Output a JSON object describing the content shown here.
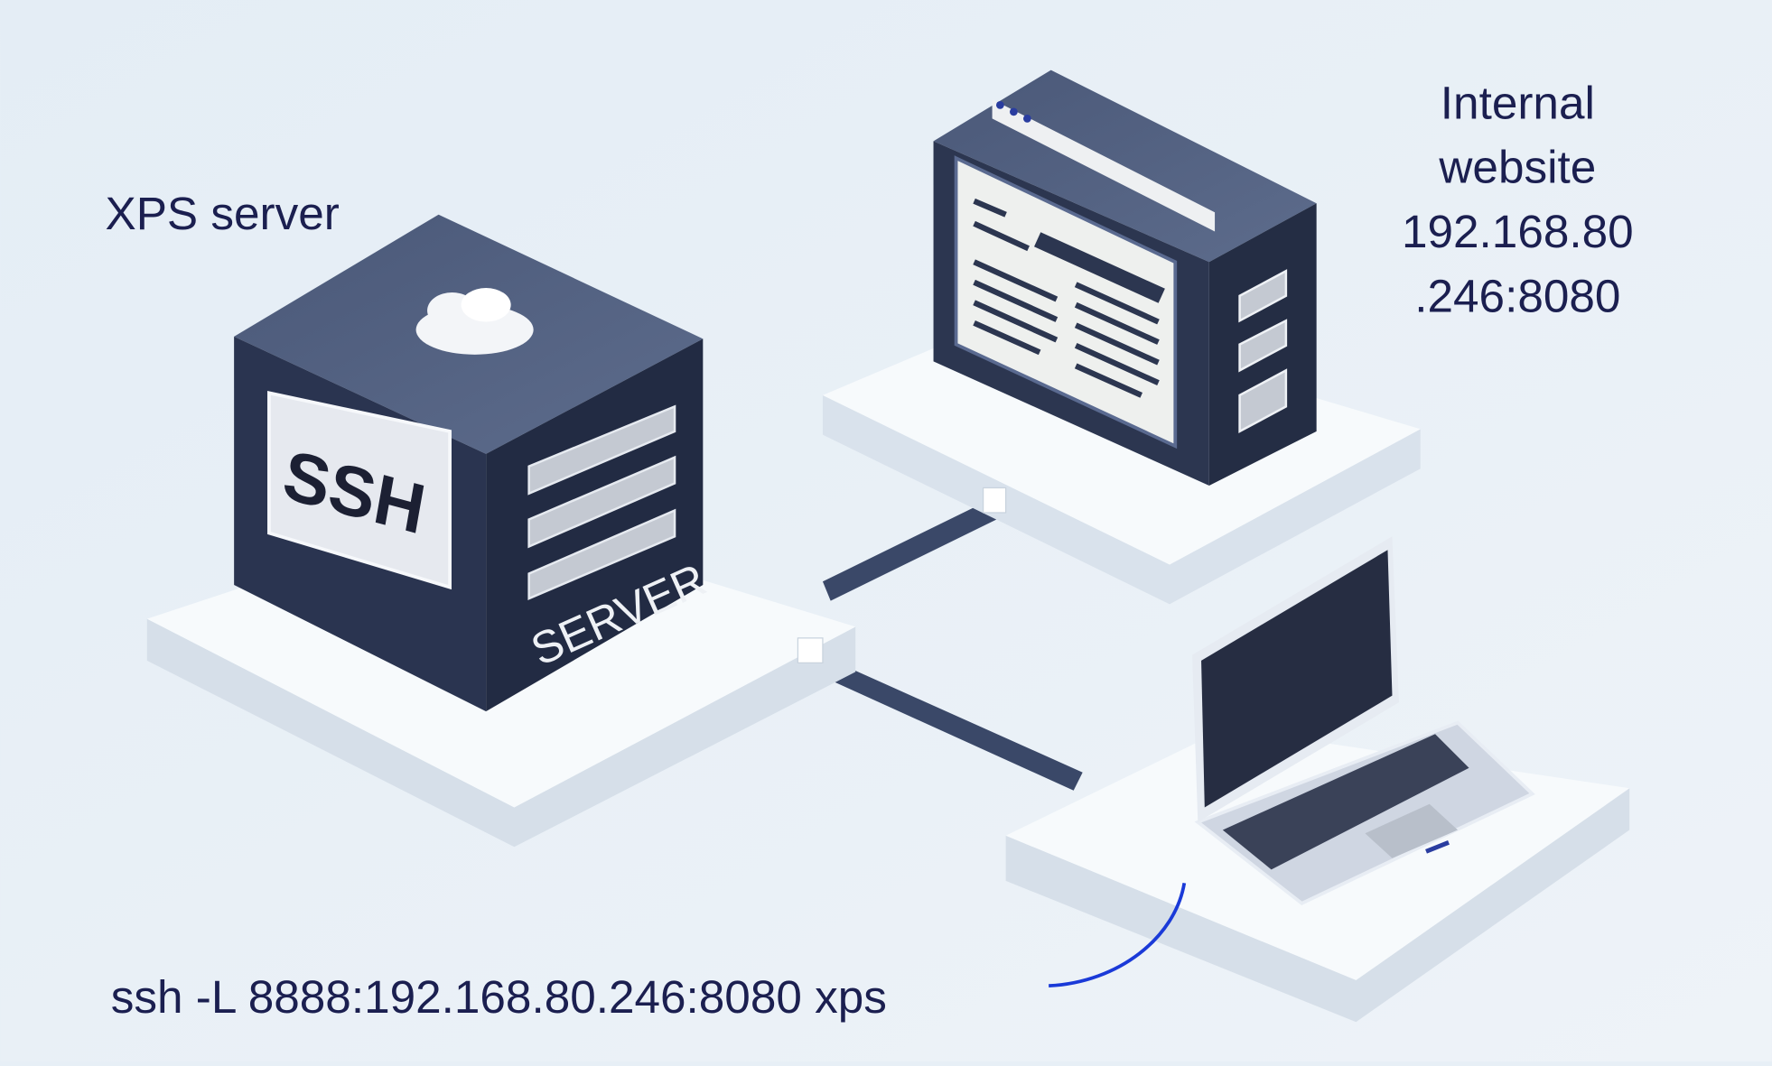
{
  "labels": {
    "xps_server": "XPS server",
    "internal_website": [
      "Internal",
      "website",
      "192.168.80",
      ".246:8080"
    ],
    "command": "ssh -L 8888:192.168.80.246:8080 xps"
  },
  "server_box": {
    "panel_text": "SSH",
    "side_text": "SERVER"
  },
  "colors": {
    "background": "#e7eff6",
    "text": "#1b1f50",
    "device_dark": "#2f3a55",
    "platform": "#f6f9fc",
    "accent_curve": "#1a3ad8"
  }
}
